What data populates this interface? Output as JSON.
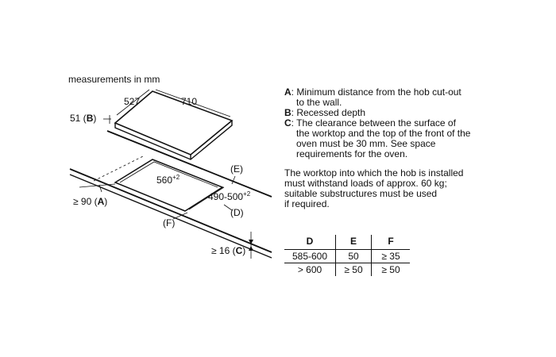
{
  "diagram": {
    "title": "measurements in mm",
    "labels": {
      "width_527": "527",
      "width_710": "710",
      "b_value": "51 (",
      "b_key": "B",
      "b_close": ")",
      "cut_560": "560",
      "cut_560_sup": "+2",
      "e_label": "(E)",
      "depth_490": "490-500",
      "depth_490_sup": "+2",
      "d_label": "(D)",
      "a_value": "≥ 90 (",
      "a_key": "A",
      "a_close": ")",
      "f_label": "(F)",
      "c_value": "≥ 16 (",
      "c_key": "C",
      "c_close": ")"
    }
  },
  "notes": [
    {
      "key": "A",
      "text": ": Minimum distance from the hob cut-out",
      "cont": "to the wall."
    },
    {
      "key": "B",
      "text": ": Recessed depth",
      "cont": ""
    },
    {
      "key": "C",
      "text": ": The clearance between the surface of",
      "cont": "the worktop and the top of the front of the",
      "cont2": "oven must be 30 mm. See space",
      "cont3": "requirements for the oven."
    }
  ],
  "paragraph": {
    "line1": "The worktop into which the hob is installed",
    "line2": "must withstand loads of approx. 60 kg;",
    "line3": "suitable substructures must be used",
    "line4": "if required."
  },
  "table": {
    "headers": [
      "D",
      "E",
      "F"
    ],
    "rows": [
      [
        "585-600",
        "50",
        "≥ 35"
      ],
      [
        "> 600",
        "≥ 50",
        "≥ 50"
      ]
    ]
  }
}
